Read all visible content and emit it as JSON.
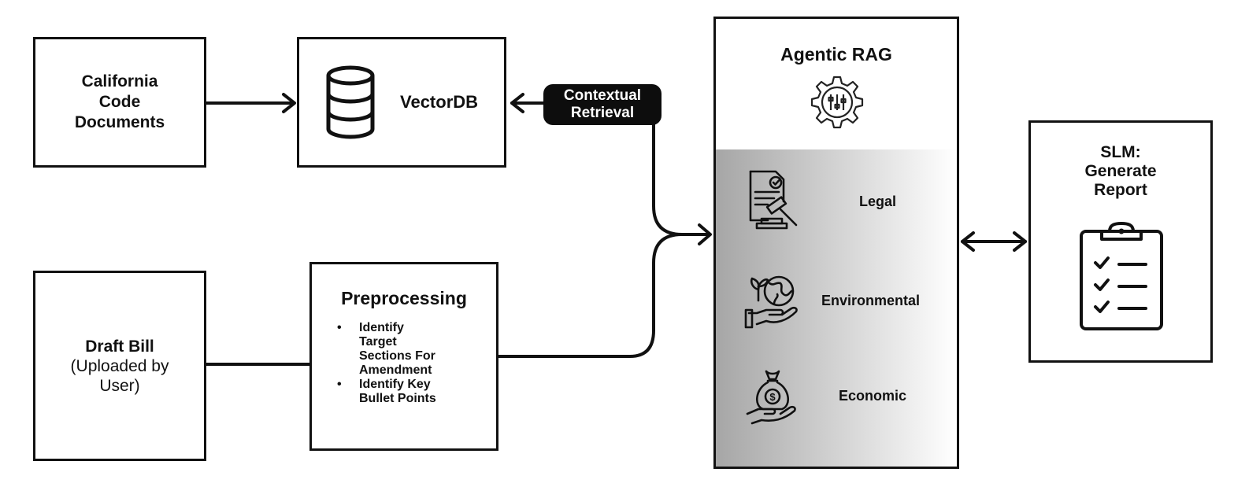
{
  "nodes": {
    "california_code": {
      "lines": [
        "California",
        "Code",
        "Documents"
      ]
    },
    "vectordb": {
      "label": "VectorDB"
    },
    "contextual_retrieval": {
      "lines": [
        "Contextual",
        "Retrieval"
      ]
    },
    "draft_bill": {
      "title": "Draft Bill",
      "subtitle_lines": [
        "(Uploaded by",
        "User)"
      ]
    },
    "preprocessing": {
      "title": "Preprocessing",
      "bullets": [
        [
          "Identify",
          "Target",
          "Sections For",
          "Amendment"
        ],
        [
          "Identify Key",
          "Bullet Points"
        ]
      ]
    },
    "agentic_rag": {
      "title": "Agentic RAG",
      "agents": [
        {
          "label": "Legal",
          "icon": "legal-document-gavel-icon"
        },
        {
          "label": "Environmental",
          "icon": "globe-plant-hand-icon"
        },
        {
          "label": "Economic",
          "icon": "money-bag-hand-icon"
        }
      ]
    },
    "slm": {
      "lines": [
        "SLM:",
        "Generate",
        "Report"
      ]
    }
  },
  "colors": {
    "stroke": "#111111",
    "gradient_start": "#a6a6a6",
    "gradient_end": "#ffffff"
  }
}
